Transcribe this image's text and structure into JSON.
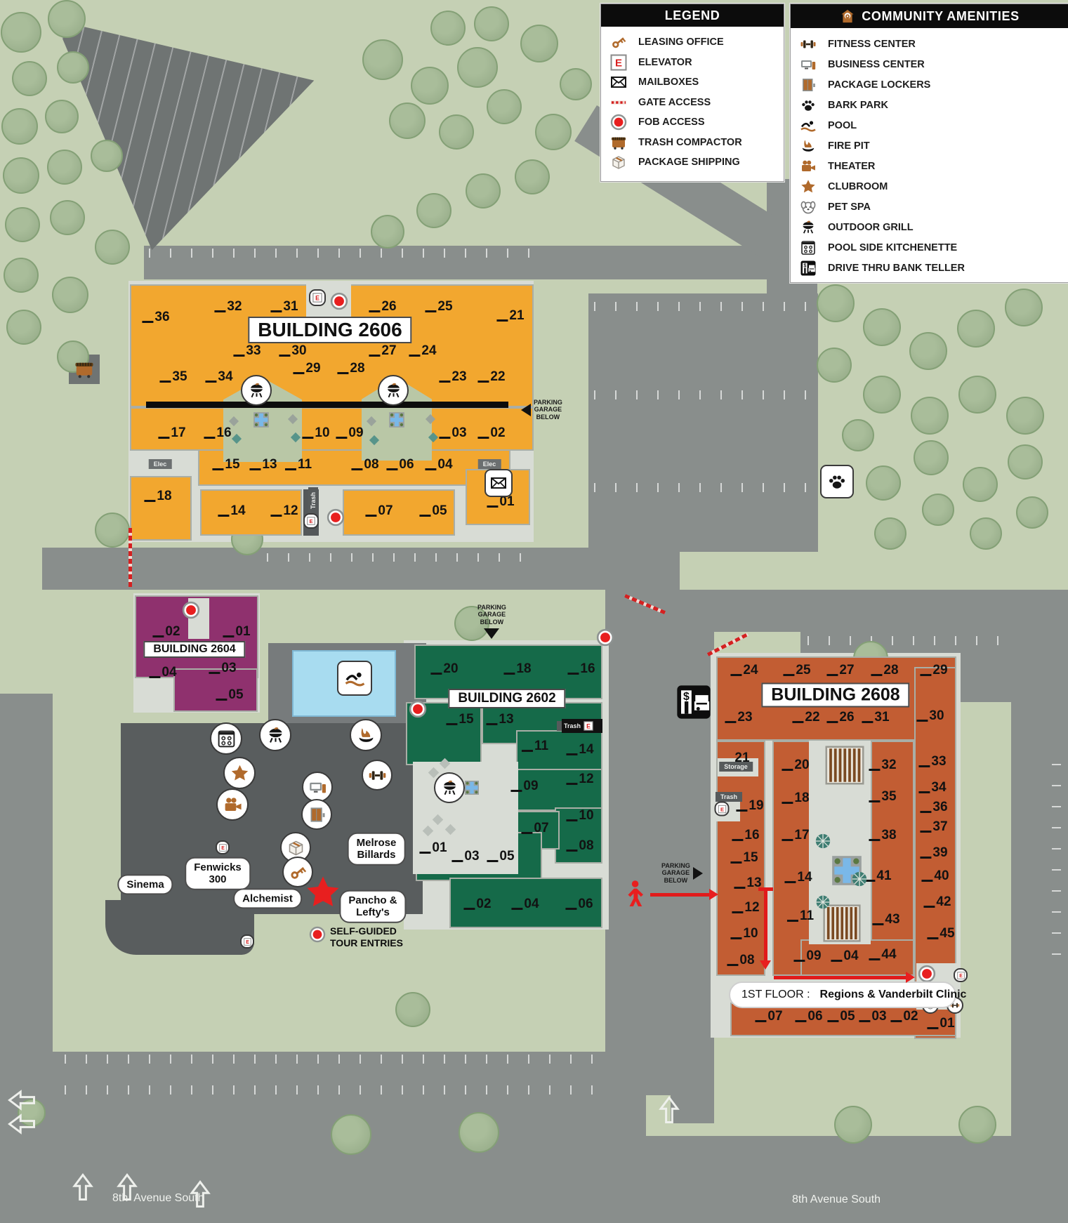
{
  "legend": {
    "title": "LEGEND",
    "items": [
      {
        "icon": "key",
        "label": "LEASING OFFICE"
      },
      {
        "icon": "elevator",
        "label": "ELEVATOR"
      },
      {
        "icon": "mailbox",
        "label": "MAILBOXES"
      },
      {
        "icon": "gate",
        "label": "GATE ACCESS"
      },
      {
        "icon": "fob",
        "label": "FOB ACCESS"
      },
      {
        "icon": "trashc",
        "label": "TRASH COMPACTOR"
      },
      {
        "icon": "box",
        "label": "PACKAGE SHIPPING"
      }
    ]
  },
  "amenities": {
    "title": "COMMUNITY AMENITIES",
    "header_icon": "housepin",
    "items": [
      {
        "icon": "fitness",
        "label": "FITNESS CENTER"
      },
      {
        "icon": "business",
        "label": "BUSINESS CENTER"
      },
      {
        "icon": "lockers",
        "label": "PACKAGE LOCKERS"
      },
      {
        "icon": "paw",
        "label": "BARK PARK"
      },
      {
        "icon": "pool",
        "label": "POOL"
      },
      {
        "icon": "firepit",
        "label": "FIRE PIT"
      },
      {
        "icon": "theater",
        "label": "THEATER"
      },
      {
        "icon": "star",
        "label": "CLUBROOM"
      },
      {
        "icon": "petspa",
        "label": "PET SPA"
      },
      {
        "icon": "grill",
        "label": "OUTDOOR GRILL"
      },
      {
        "icon": "kitchenette",
        "label": "POOL SIDE KITCHENETTE"
      },
      {
        "icon": "bank",
        "label": "DRIVE THRU BANK TELLER"
      }
    ]
  },
  "buildings": [
    {
      "id": "b2606",
      "label": "BUILDING 2606",
      "units": [
        "36",
        "32",
        "31",
        "26",
        "25",
        "21",
        "33",
        "30",
        "27",
        "24",
        "29",
        "28",
        "35",
        "34",
        "23",
        "22",
        "17",
        "16",
        "10",
        "09",
        "03",
        "02",
        "15",
        "13",
        "11",
        "08",
        "06",
        "04",
        "18",
        "14",
        "12",
        "07",
        "05",
        "01"
      ]
    },
    {
      "id": "b2604",
      "label": "BUILDING 2604",
      "units": [
        "02",
        "01",
        "04",
        "03",
        "05"
      ]
    },
    {
      "id": "b2602",
      "label": "BUILDING 2602",
      "units": [
        "20",
        "18",
        "16",
        "15",
        "13",
        "11",
        "14",
        "09",
        "12",
        "10",
        "07",
        "08",
        "01",
        "03",
        "05",
        "02",
        "04",
        "06"
      ]
    },
    {
      "id": "b2608",
      "label": "BUILDING 2608",
      "units": [
        "24",
        "25",
        "27",
        "28",
        "29",
        "23",
        "22",
        "26",
        "31",
        "30",
        "21",
        "33",
        "20",
        "32",
        "34",
        "18",
        "35",
        "19",
        "36",
        "16",
        "17",
        "38",
        "37",
        "15",
        "39",
        "13",
        "14",
        "41",
        "40",
        "12",
        "42",
        "11",
        "43",
        "10",
        "45",
        "08",
        "09",
        "04",
        "44",
        "07",
        "06",
        "05",
        "03",
        "02",
        "01"
      ]
    }
  ],
  "places": [
    {
      "id": "sinema",
      "label": "Sinema"
    },
    {
      "id": "fenwicks",
      "label": "Fenwicks\n300"
    },
    {
      "id": "alchemist",
      "label": "Alchemist"
    },
    {
      "id": "melrose",
      "label": "Melrose\nBillards"
    },
    {
      "id": "pancho",
      "label": "Pancho &\nLefty's"
    }
  ],
  "notes": {
    "self_guided": "SELF-GUIDED\nTOUR ENTRIES",
    "parking_garage_below": "PARKING\nGARAGE\nBELOW",
    "first_floor_prefix": "1ST FLOOR :",
    "first_floor_value": "Regions & Vanderbilt Clinic",
    "street_left": "8th  Avenue South",
    "street_right": "8th Avenue South"
  },
  "small_labels": {
    "elec": "Elec",
    "trash": "Trash",
    "storage": "Storage",
    "elevator_letter": "E"
  },
  "colors": {
    "b2606": "#f2a72f",
    "b2604": "#8f316e",
    "b2602": "#156a49",
    "b2608": "#c25d33",
    "accent_red": "#e81f1f",
    "icon_brown": "#b06a2c",
    "pool_blue": "#a8dcf0"
  }
}
